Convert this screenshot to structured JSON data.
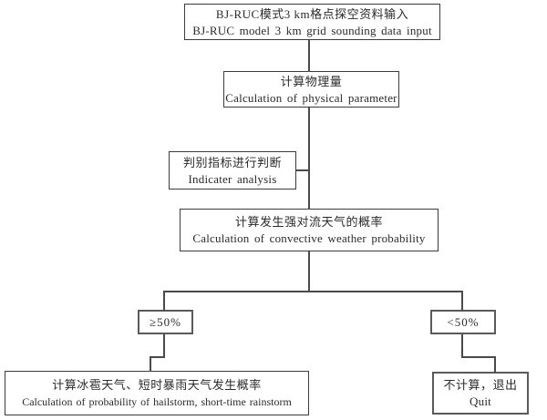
{
  "flowchart": {
    "nodes": {
      "input": {
        "zh": "BJ-RUC模式3 km格点探空资料输入",
        "en": "BJ-RUC model 3 km grid sounding data input"
      },
      "physical": {
        "zh": "计算物理量",
        "en": "Calculation of physical parameter"
      },
      "indicator": {
        "zh": "判别指标进行判断",
        "en": "Indicater analysis"
      },
      "convective": {
        "zh": "计算发生强对流天气的概率",
        "en": "Calculation of convective weather probability"
      },
      "ge50": {
        "label": "≥50%"
      },
      "lt50": {
        "label": "<50%"
      },
      "hailstorm": {
        "zh": "计算冰雹天气、短时暴雨天气发生概率",
        "en": "Calculation of probability of hailstorm, short-time rainstorm"
      },
      "quit": {
        "zh": "不计算，退出",
        "en": "Quit"
      }
    },
    "colors": {
      "background": "#ffffff",
      "line": "#4a4a4a",
      "box_border": "#3c3c3c",
      "text": "#2b2b2b"
    }
  }
}
